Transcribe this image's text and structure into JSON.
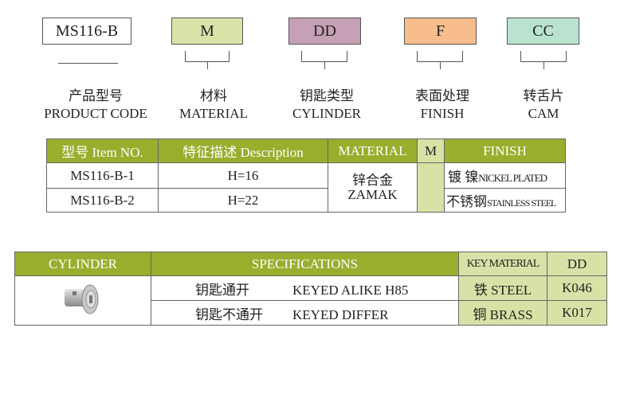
{
  "codes": [
    {
      "text": "MS116-B",
      "color": "#ffffff",
      "label_cn": "产品型号",
      "label_en": "PRODUCT CODE"
    },
    {
      "text": "M",
      "color": "#d9e3a8",
      "label_cn": "材料",
      "label_en": "MATERIAL"
    },
    {
      "text": "DD",
      "color": "#c6a0b5",
      "label_cn": "钥匙类型",
      "label_en": "CYLINDER"
    },
    {
      "text": "F",
      "color": "#f7bd8c",
      "label_cn": "表面处理",
      "label_en": "FINISH"
    },
    {
      "text": "CC",
      "color": "#b9e3cf",
      "label_cn": "转舌片",
      "label_en": "CAM"
    }
  ],
  "table1": {
    "headers": [
      "型号 Item NO.",
      "特征描述 Description",
      "MATERIAL",
      "M",
      "FINISH"
    ],
    "rows": [
      {
        "item": "MS116-B-1",
        "desc": "H=16"
      },
      {
        "item": "MS116-B-2",
        "desc": "H=22"
      }
    ],
    "material_cn": "锌合金",
    "material_en": "ZAMAK",
    "finish": [
      {
        "cn": "镀 镍",
        "en": "NICKEL PLATED"
      },
      {
        "cn": "不锈钢",
        "en": "STAINLESS STEEL"
      }
    ]
  },
  "table2": {
    "headers": [
      "CYLINDER",
      "SPECIFICATIONS",
      "KEY MATERIAL",
      "DD"
    ],
    "rows": [
      {
        "spec_cn": "钥匙通开",
        "spec_en": "KEYED ALIKE  H85",
        "mat": "铁 STEEL",
        "dd": "K046"
      },
      {
        "spec_cn": "钥匙不通开",
        "spec_en": "KEYED DIFFER",
        "mat": "铜 BRASS",
        "dd": "K017"
      }
    ]
  },
  "colors": {
    "header": "#9aae2e",
    "light": "#d7e2a6"
  }
}
